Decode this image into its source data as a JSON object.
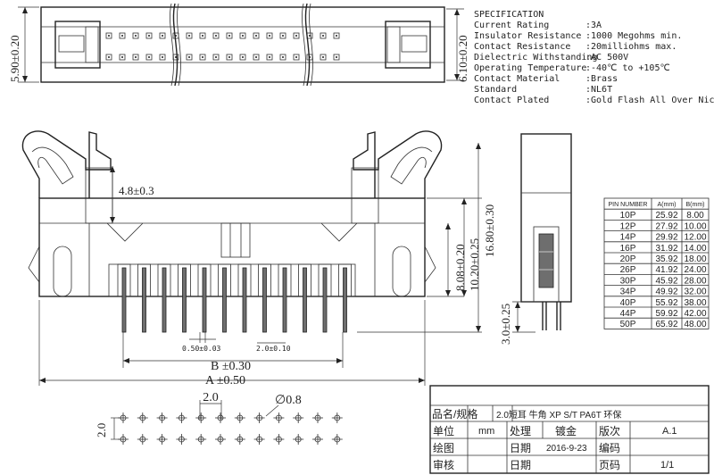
{
  "spec": {
    "heading": "SPECIFICATION",
    "rows": [
      {
        "label": "Current Rating",
        "value": ":3A"
      },
      {
        "label": "Insulator Resistance",
        "value": ":1000 Megohms min."
      },
      {
        "label": "Contact Resistance",
        "value": ":20milliohms max."
      },
      {
        "label": "Dielectric Withstanding",
        "value": ":AC 500V"
      },
      {
        "label": "Operating Temperature",
        "value": ":-40℃ to +105℃"
      },
      {
        "label": "Contact Material",
        "value": ":Brass"
      },
      {
        "label": "Standard",
        "value": ":NL6T"
      },
      {
        "label": "Contact Plated",
        "value": ":Gold Flash All Over Nickel"
      }
    ]
  },
  "dimensions": {
    "top_height_left": "5.90±0.20",
    "top_height_right": "6.10±0.20",
    "latch_height": "4.8±0.3",
    "body_height": "8.08±0.20",
    "pin_tail_height": "10.20±0.25",
    "overall_height": "16.80±0.30",
    "tail_length": "3.0±0.25",
    "pin_width": "0.50±0.03",
    "pin_pitch": "2.0±0.10",
    "dim_b": "B ±0.30",
    "dim_a": "A ±0.50",
    "pad_pitch_x": "2.0",
    "pad_pitch_y": "2.0",
    "pad_diameter": "∅0.8"
  },
  "size_table": {
    "headers": [
      "PIN NUMBER",
      "A(mm)",
      "B(mm)"
    ],
    "rows": [
      [
        "10P",
        "25.92",
        "8.00"
      ],
      [
        "12P",
        "27.92",
        "10.00"
      ],
      [
        "14P",
        "29.92",
        "12.00"
      ],
      [
        "16P",
        "31.92",
        "14.00"
      ],
      [
        "20P",
        "35.92",
        "18.00"
      ],
      [
        "26P",
        "41.92",
        "24.00"
      ],
      [
        "30P",
        "45.92",
        "28.00"
      ],
      [
        "34P",
        "49.92",
        "32.00"
      ],
      [
        "40P",
        "55.92",
        "38.00"
      ],
      [
        "44P",
        "59.92",
        "42.00"
      ],
      [
        "50P",
        "65.92",
        "48.00"
      ]
    ]
  },
  "title_block": {
    "name_label": "品名/规格",
    "name_value": "2.0短耳 牛角 XP S/T  PA6T 环保",
    "unit_label": "单位",
    "unit_value": "mm",
    "process_label": "处理",
    "process_value": "镀金",
    "version_label": "版次",
    "version_value": "A.1",
    "drawing_label": "绘图",
    "date_label": "日期",
    "date_value": "2016-9-23",
    "code_label": "编码",
    "review_label": "审核",
    "date_label_2": "日期",
    "page_label": "页码",
    "page_value": "1/1"
  }
}
